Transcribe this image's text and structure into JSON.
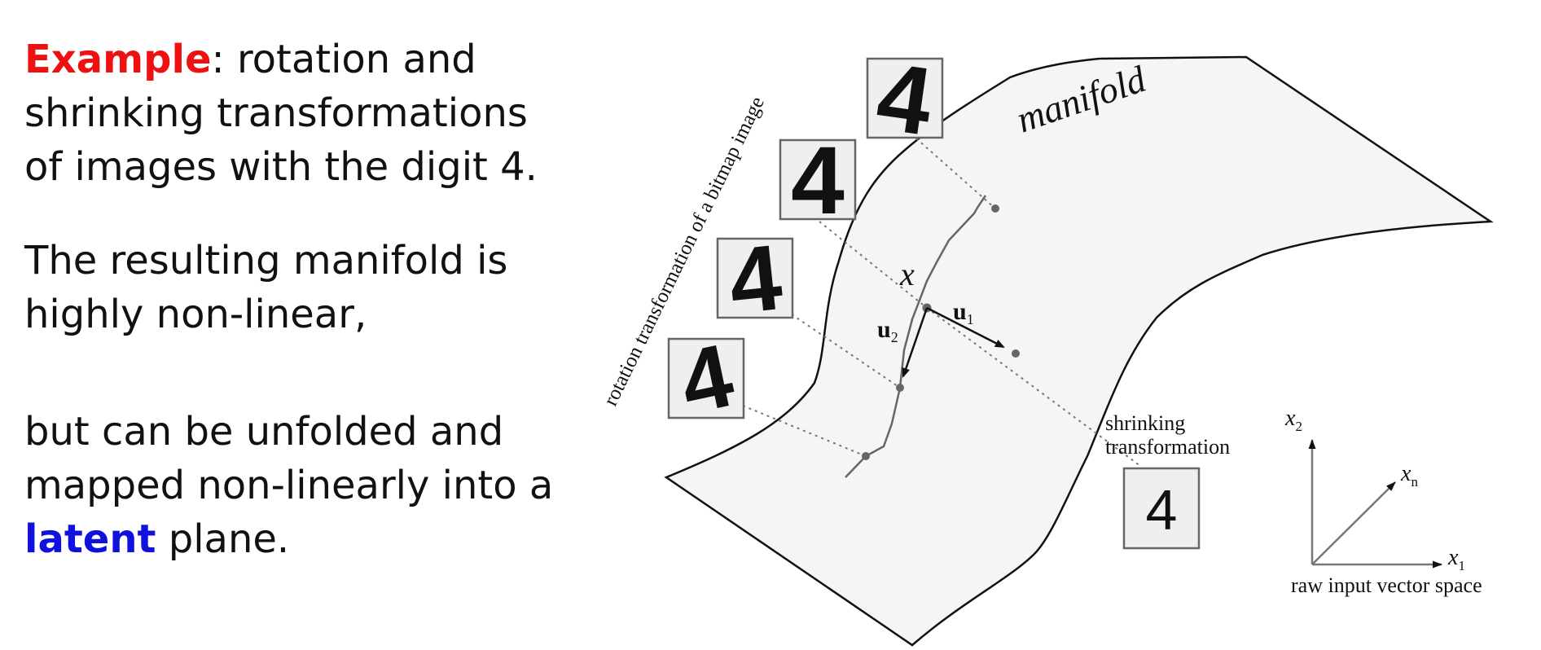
{
  "text": {
    "p1_highlight": "Example",
    "p1_rest": ": rotation and shrinking transformations of images with the digit 4.",
    "p2": "The resulting manifold is highly non-linear,",
    "p3_start": "but can be unfolded and mapped non-linearly into a ",
    "p3_highlight": "latent",
    "p3_end": " plane."
  },
  "diagram": {
    "manifold_label": "manifold",
    "rotation_label": "rotation transformation of a bitmap image",
    "shrink_label_line1": "shrinking",
    "shrink_label_line2": "transformation",
    "point_label": "x",
    "u1_label": "u",
    "u1_sub": "1",
    "u2_label": "u",
    "u2_sub": "2",
    "digit": "4",
    "axes": {
      "x2_label": "x",
      "x2_sub": "2",
      "xn_label": "x",
      "xn_sub": "n",
      "x1_label": "x",
      "x1_sub": "1",
      "caption": "raw input vector space"
    }
  },
  "colors": {
    "highlight_red": "#ee1111",
    "highlight_blue": "#1111dd",
    "manifold_fill": "#f5f5f5",
    "box_fill": "#efefef",
    "curve_gray": "#666666"
  }
}
